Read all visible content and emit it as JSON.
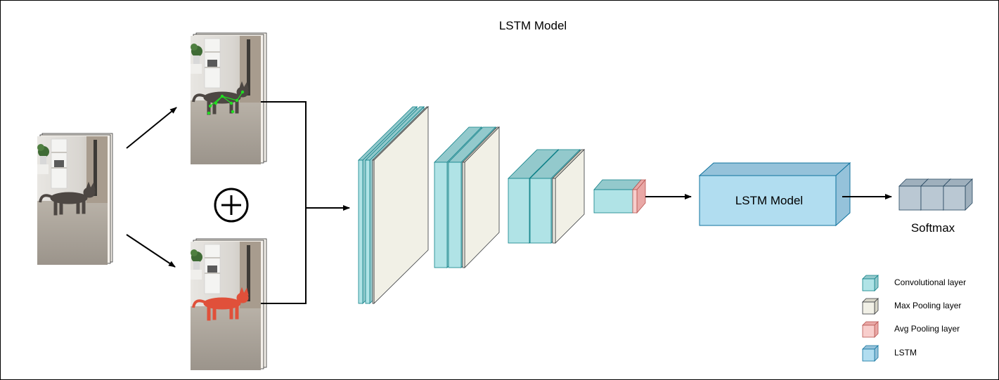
{
  "title": "LSTM Model",
  "lstm_block_label": "LSTM Model",
  "output_label": "Softmax",
  "combine_symbol": "+",
  "colors": {
    "conv_front": "#b0e3e6",
    "conv_top": "#93c9cc",
    "conv_stroke": "#0e8088",
    "maxpool_front": "#f1f0e6",
    "maxpool_stroke": "#36393d",
    "avgpool_front": "#f8cecc",
    "avgpool_stroke": "#b85450",
    "lstm_front": "#b1ddf0",
    "lstm_top": "#95c2da",
    "lstm_stroke": "#10739e",
    "softmax_front": "#bac8d3",
    "softmax_stroke": "#23445d",
    "keypoint_color": "#22dd22",
    "mask_color": "#e0503a"
  },
  "legend": [
    {
      "label": "Convolutional layer",
      "kind": "conv"
    },
    {
      "label": "Max Pooling layer",
      "kind": "maxpool"
    },
    {
      "label": "Avg Pooling layer",
      "kind": "avgpool"
    },
    {
      "label": "LSTM",
      "kind": "lstm"
    }
  ],
  "inputs": [
    {
      "name": "raw-video-frames"
    },
    {
      "name": "keypoint-video-frames"
    },
    {
      "name": "segmentation-mask-frames"
    }
  ]
}
